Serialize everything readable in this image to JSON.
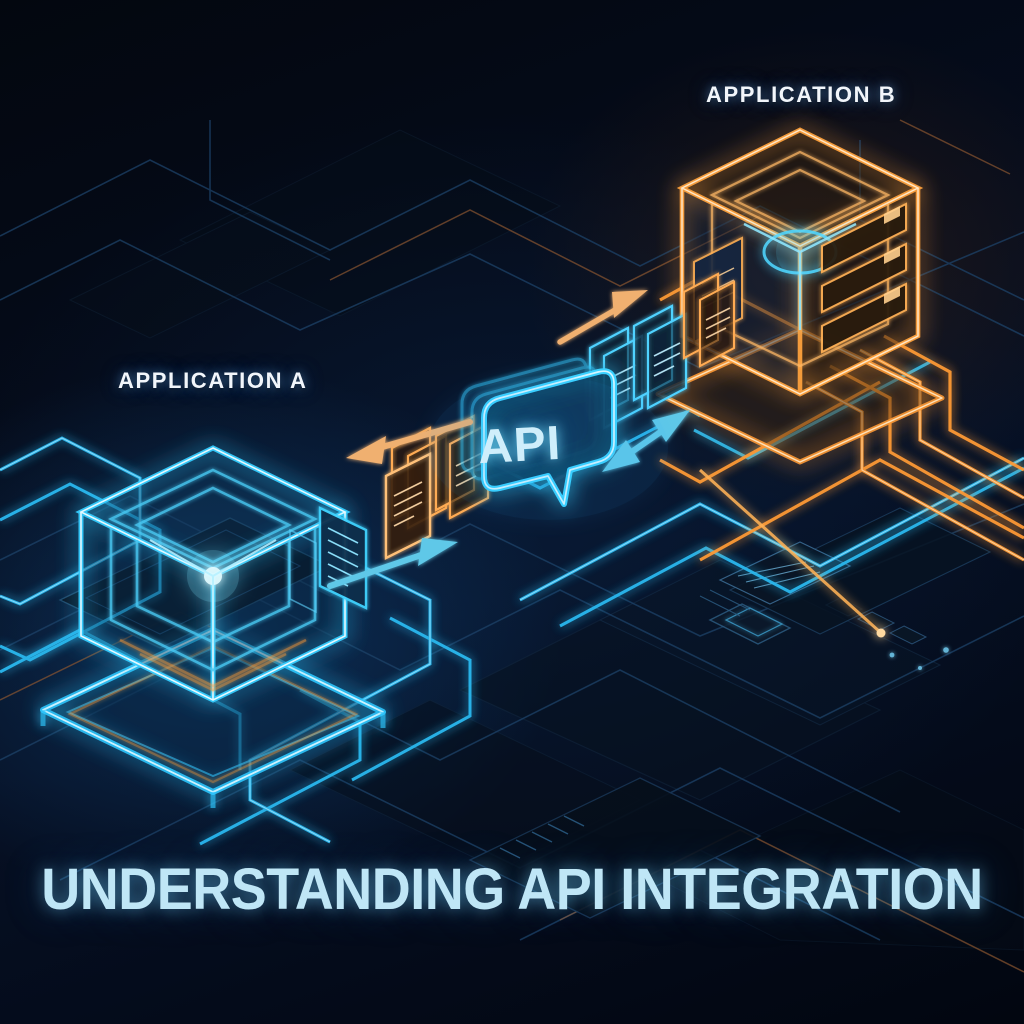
{
  "meta": {
    "title_caption": "UNDERSTANDING API INTEGRATION",
    "background_color": "#03070f",
    "accent_cyan": "#3fd3ff",
    "accent_orange": "#ffa94d",
    "title_color": "#bfe6f6",
    "label_color": "#f2f6fb"
  },
  "nodes": {
    "app_a": {
      "label": "APPLICATION A",
      "color": "#3fd3ff",
      "glyph": "isometric-cube"
    },
    "app_b": {
      "label": "APPLICATION B",
      "color": "#ffa94d",
      "glyph": "isometric-cube"
    }
  },
  "api": {
    "label": "API",
    "bubble_color": "#3fd3ff",
    "text_color": "#cfeefb"
  },
  "flows": [
    {
      "name": "response-to-app-a",
      "direction": "left",
      "color": "#f0b070"
    },
    {
      "name": "request-from-app-a",
      "direction": "right",
      "color": "#5fc8e8"
    },
    {
      "name": "request-to-app-b",
      "direction": "up-right",
      "color": "#f0b070"
    },
    {
      "name": "bidirectional-app-b",
      "direction": "both",
      "color": "#5fc8e8"
    }
  ],
  "payloads": [
    {
      "name": "document-stack-left",
      "color": "#ffa94d",
      "count": 3
    },
    {
      "name": "document-stack-right",
      "color": "#3fd3ff",
      "count": 3
    },
    {
      "name": "document-stack-far-right",
      "color": "#ffa94d",
      "count": 2
    }
  ]
}
